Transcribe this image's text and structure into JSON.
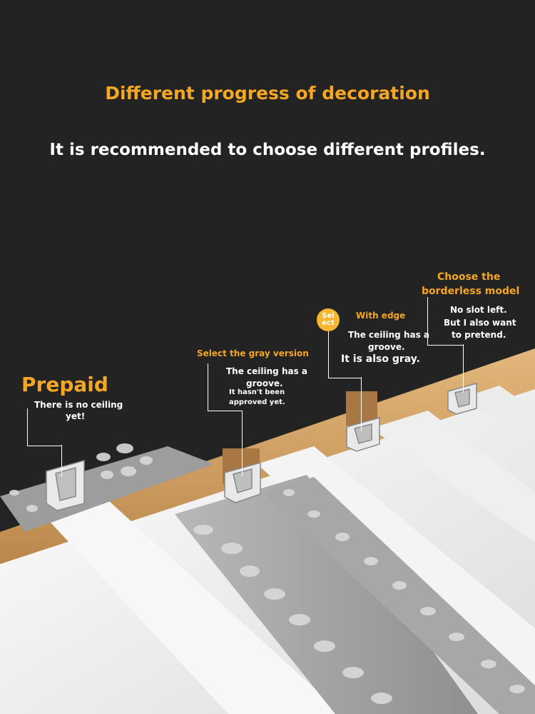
{
  "header": {
    "title": "Different progress of decoration",
    "subtitle": "It is recommended to choose different profiles."
  },
  "callouts": {
    "prepaid": {
      "label": "Prepaid",
      "line1": "There is no ceiling",
      "line2": "yet!"
    },
    "gray": {
      "label": "Select the gray version",
      "line1": "The ceiling has a",
      "line2": "groove.",
      "line3": "It hasn't been",
      "line4": "approved yet."
    },
    "edge": {
      "badge_line1": "Sel",
      "badge_line2": "ect",
      "label": "With edge",
      "line1": "The ceiling has a",
      "line2": "groove.",
      "line3": "It is also gray."
    },
    "borderless": {
      "label_line1": "Choose the",
      "label_line2": "borderless model",
      "line1": "No slot left.",
      "line2": "But I also want",
      "line3": "to pretend."
    }
  },
  "colors": {
    "background": "#232323",
    "accent": "#f5a623",
    "wood": "#d8a86c",
    "ceiling": "#f2f2f2",
    "profile_gray": "#a3a3a3"
  }
}
